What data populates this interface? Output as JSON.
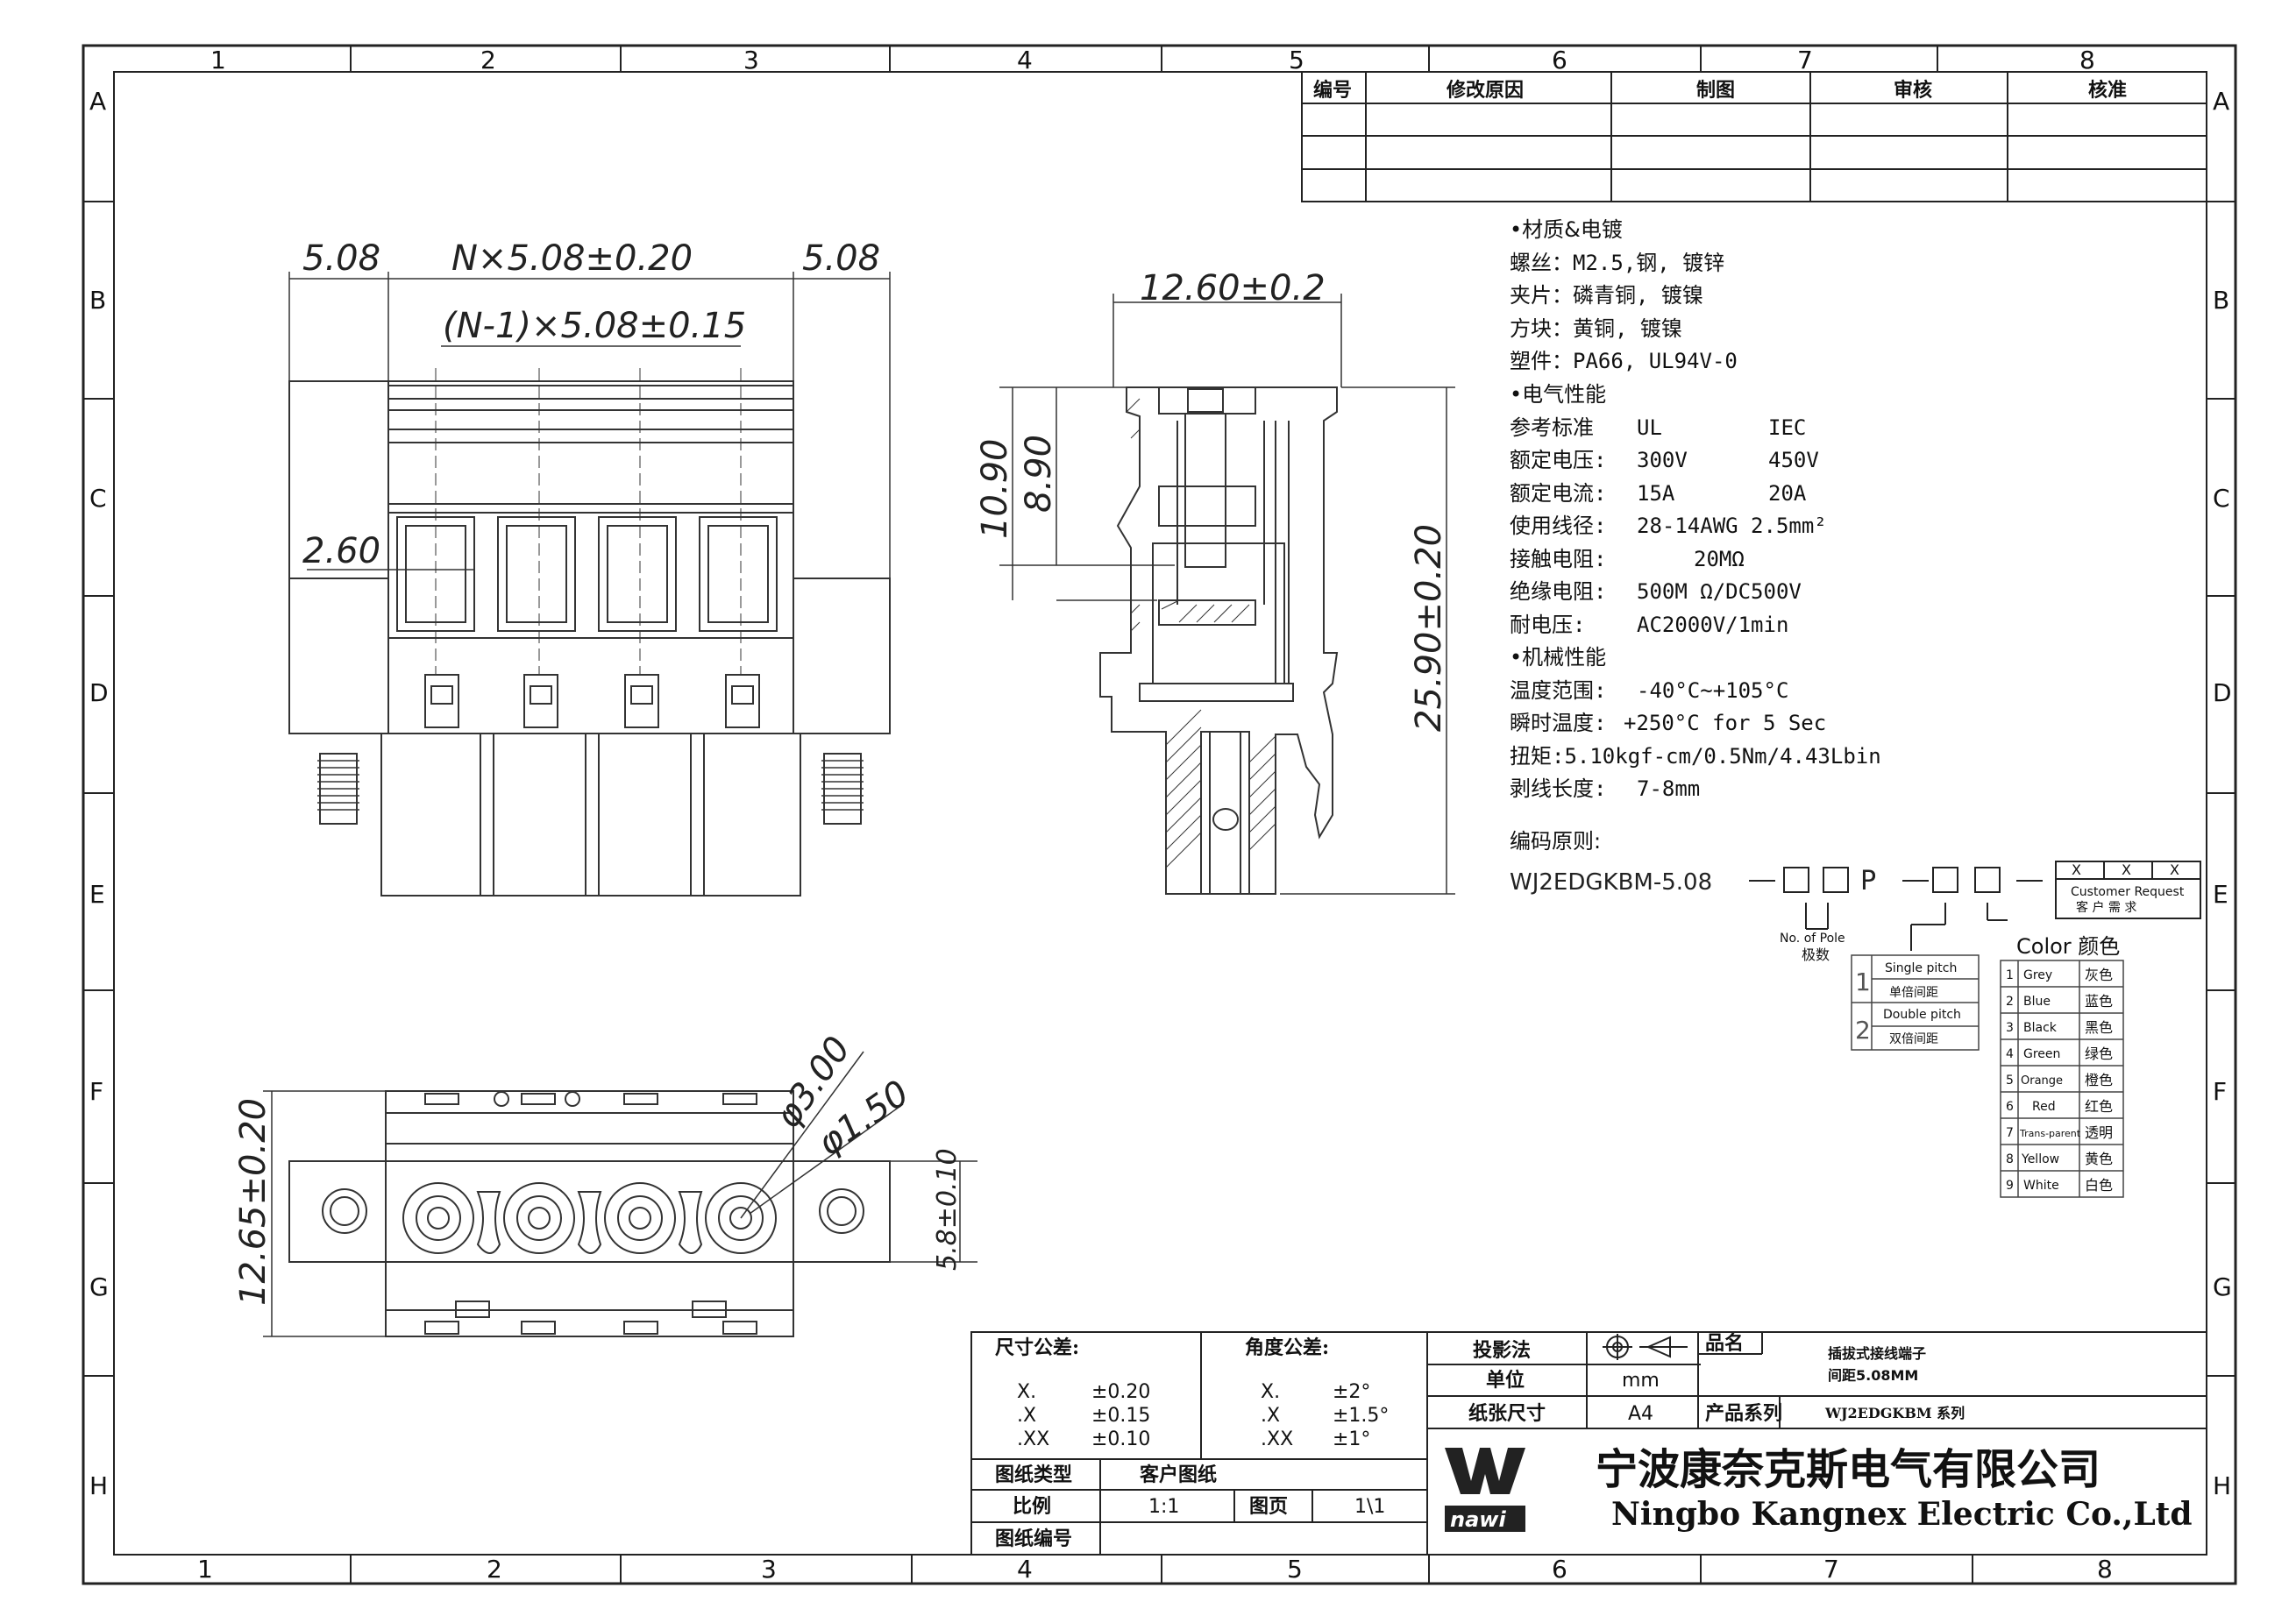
{
  "zones": {
    "columns": [
      "1",
      "2",
      "3",
      "4",
      "5",
      "6",
      "7",
      "8"
    ],
    "rows": [
      "A",
      "B",
      "C",
      "D",
      "E",
      "F",
      "G",
      "H"
    ]
  },
  "revision_table": {
    "headers": [
      "编号",
      "修改原因",
      "制图",
      "审核",
      "核准"
    ]
  },
  "dimensions": {
    "front_left": "5.08",
    "front_span": "N×5.08±0.20",
    "front_right": "5.08",
    "front_inner": "(N-1)×5.08±0.15",
    "front_opening": "2.60",
    "side_width": "12.60±0.2",
    "side_h1": "10.90",
    "side_h2": "8.90",
    "side_total": "25.90±0.20",
    "bottom_dia1": "φ3.00",
    "bottom_dia2": "φ1.50",
    "bottom_height": "12.65±0.20",
    "bottom_offset": "5.8±0.10"
  },
  "specs": {
    "material_header": "•材质&电镀",
    "screw": "螺丝：M2.5,钢, 镀锌",
    "clamp": "夹片：磷青铜, 镀镍",
    "block": "方块：黄铜, 镀镍",
    "plastic": "塑件：PA66, UL94V-0",
    "electrical_header": "•电气性能",
    "standard": {
      "label": "参考标准",
      "ul": "UL",
      "iec": "IEC"
    },
    "voltage": {
      "label": "额定电压:",
      "ul": "300V",
      "iec": "450V"
    },
    "current": {
      "label": "额定电流:",
      "ul": "15A",
      "iec": "20A"
    },
    "wire": {
      "label": "使用线径:",
      "value": "28-14AWG  2.5mm²"
    },
    "contact_res": {
      "label": "接触电阻:",
      "value": "20MΩ"
    },
    "insulation": {
      "label": "绝缘电阻:",
      "value": "500M  Ω/DC500V"
    },
    "withstand": {
      "label": "耐电压:",
      "value": "AC2000V/1min"
    },
    "mechanical_header": "•机械性能",
    "temp": {
      "label": "温度范围:",
      "value": "-40°C~+105°C"
    },
    "instant_temp": {
      "label": "瞬时温度:",
      "value": "+250°C for 5 Sec"
    },
    "torque": "扭矩:5.10kgf-cm/0.5Nm/4.43Lbin",
    "strip": {
      "label": "剥线长度:",
      "value": "7-8mm"
    }
  },
  "coding": {
    "title": "编码原则:",
    "code_prefix": "WJ2EDGKBM-5.08",
    "p": "P",
    "customer_request_en": "Customer Request",
    "customer_request_cn": "客 户 需 求",
    "x": "X",
    "pole_en": "No. of  Pole",
    "pole_cn": "极数",
    "pitch": [
      {
        "num": "1",
        "en": "Single pitch",
        "cn": "单倍间距"
      },
      {
        "num": "2",
        "en": "Double pitch",
        "cn": "双倍间距"
      }
    ],
    "color_title": "Color 颜色",
    "colors": [
      {
        "num": "1",
        "en": "Grey",
        "cn": "灰色"
      },
      {
        "num": "2",
        "en": "Blue",
        "cn": "蓝色"
      },
      {
        "num": "3",
        "en": "Black",
        "cn": "黑色"
      },
      {
        "num": "4",
        "en": "Green",
        "cn": "绿色"
      },
      {
        "num": "5",
        "en": "Orange",
        "cn": "橙色"
      },
      {
        "num": "6",
        "en": "Red",
        "cn": "红色"
      },
      {
        "num": "7",
        "en": "Trans-parent",
        "cn": "透明"
      },
      {
        "num": "8",
        "en": "Yellow",
        "cn": "黄色"
      },
      {
        "num": "9",
        "en": "White",
        "cn": "白色"
      }
    ]
  },
  "title_block": {
    "size_tol_label": "尺寸公差:",
    "size_tol": [
      {
        "k": "X.",
        "v": "±0.20"
      },
      {
        "k": ".X",
        "v": "±0.15"
      },
      {
        "k": ".XX",
        "v": "±0.10"
      }
    ],
    "angle_tol_label": "角度公差:",
    "angle_tol": [
      {
        "k": "X.",
        "v": "±2°"
      },
      {
        "k": ".X",
        "v": "±1.5°"
      },
      {
        "k": ".XX",
        "v": "±1°"
      }
    ],
    "projection_label": "投影法",
    "unit_label": "单位",
    "unit_value": "mm",
    "paper_label": "纸张尺寸",
    "paper_value": "A4",
    "product_name_label": "品名",
    "product_name_1": "插拔式接线端子",
    "product_name_2": "间距5.08MM",
    "series_label": "产品系列",
    "series_value": "WJ2EDGKBM 系列",
    "drawing_type_label": "图纸类型",
    "drawing_type_value": "客户图纸",
    "scale_label": "比例",
    "scale_value": "1:1",
    "page_label": "图页",
    "page_value": "1\\1",
    "drawing_no_label": "图纸编号",
    "company_cn": "宁波康奈克斯电气有限公司",
    "company_en": "Ningbo Kangnex Electric Co.,Ltd",
    "logo_text": "nawi"
  }
}
